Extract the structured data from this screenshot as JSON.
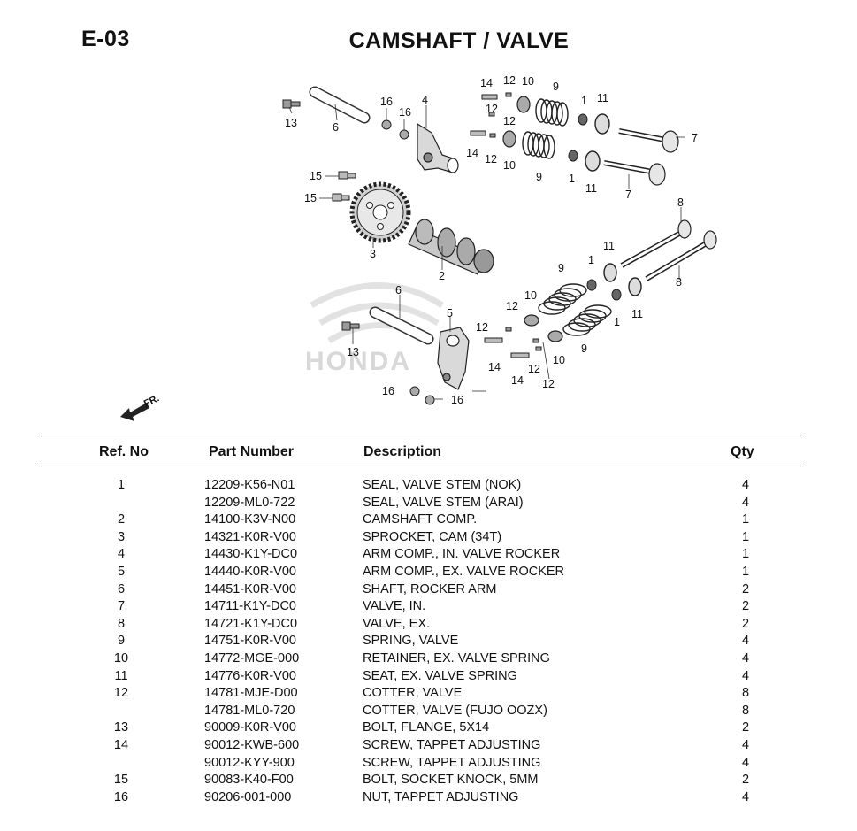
{
  "page": {
    "code": "E-03",
    "title": "CAMSHAFT / VALVE"
  },
  "diagram": {
    "watermark_text": "HONDA",
    "front_label": "FR.",
    "callouts": [
      "1",
      "2",
      "3",
      "4",
      "5",
      "6",
      "7",
      "8",
      "9",
      "10",
      "11",
      "12",
      "13",
      "14",
      "15",
      "16"
    ]
  },
  "table": {
    "headers": {
      "ref": "Ref. No",
      "part": "Part Number",
      "desc": "Description",
      "qty": "Qty"
    },
    "rows": [
      {
        "ref": "1",
        "part": "12209-K56-N01",
        "desc": "SEAL, VALVE STEM (NOK)",
        "qty": "4"
      },
      {
        "ref": "",
        "part": "12209-ML0-722",
        "desc": "SEAL, VALVE STEM (ARAI)",
        "qty": "4"
      },
      {
        "ref": "2",
        "part": "14100-K3V-N00",
        "desc": "CAMSHAFT COMP.",
        "qty": "1"
      },
      {
        "ref": "3",
        "part": "14321-K0R-V00",
        "desc": "SPROCKET, CAM (34T)",
        "qty": "1"
      },
      {
        "ref": "4",
        "part": "14430-K1Y-DC0",
        "desc": "ARM COMP., IN. VALVE ROCKER",
        "qty": "1"
      },
      {
        "ref": "5",
        "part": "14440-K0R-V00",
        "desc": "ARM COMP., EX. VALVE ROCKER",
        "qty": "1"
      },
      {
        "ref": "6",
        "part": "14451-K0R-V00",
        "desc": "SHAFT, ROCKER ARM",
        "qty": "2"
      },
      {
        "ref": "7",
        "part": "14711-K1Y-DC0",
        "desc": "VALVE, IN.",
        "qty": "2"
      },
      {
        "ref": "8",
        "part": "14721-K1Y-DC0",
        "desc": "VALVE, EX.",
        "qty": "2"
      },
      {
        "ref": "9",
        "part": "14751-K0R-V00",
        "desc": "SPRING, VALVE",
        "qty": "4"
      },
      {
        "ref": "10",
        "part": "14772-MGE-000",
        "desc": "RETAINER, EX. VALVE SPRING",
        "qty": "4"
      },
      {
        "ref": "11",
        "part": "14776-K0R-V00",
        "desc": "SEAT, EX. VALVE SPRING",
        "qty": "4"
      },
      {
        "ref": "12",
        "part": "14781-MJE-D00",
        "desc": "COTTER, VALVE",
        "qty": "8"
      },
      {
        "ref": "",
        "part": "14781-ML0-720",
        "desc": "COTTER, VALVE (FUJO OOZX)",
        "qty": "8"
      },
      {
        "ref": "13",
        "part": "90009-K0R-V00",
        "desc": "BOLT, FLANGE, 5X14",
        "qty": "2"
      },
      {
        "ref": "14",
        "part": "90012-KWB-600",
        "desc": "SCREW, TAPPET ADJUSTING",
        "qty": "4"
      },
      {
        "ref": "",
        "part": "90012-KYY-900",
        "desc": "SCREW, TAPPET ADJUSTING",
        "qty": "4"
      },
      {
        "ref": "15",
        "part": "90083-K40-F00",
        "desc": "BOLT, SOCKET KNOCK, 5MM",
        "qty": "2"
      },
      {
        "ref": "16",
        "part": "90206-001-000",
        "desc": "NUT, TAPPET ADJUSTING",
        "qty": "4"
      }
    ]
  }
}
